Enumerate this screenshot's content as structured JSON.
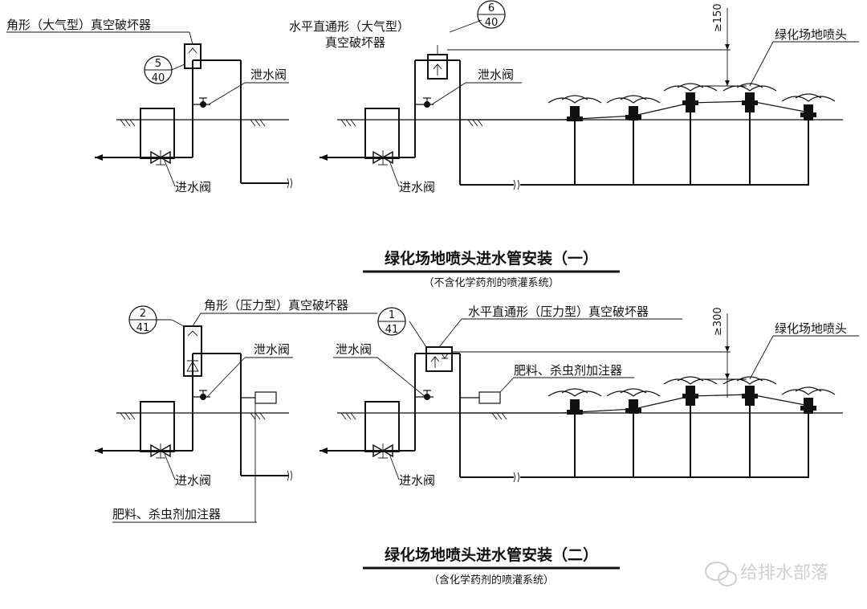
{
  "diagram1": {
    "title": "绿化场地喷头进水管安装（一）",
    "subtitle": "（不含化学药剂的喷灌系统）",
    "angle_breaker_label": "角形（大气型）真空破坏器",
    "angle_breaker_ref": {
      "num": "5",
      "den": "40"
    },
    "horiz_breaker_label_line1": "水平直通形（大气型）",
    "horiz_breaker_label_line2": "真空破坏器",
    "horiz_breaker_ref": {
      "num": "6",
      "den": "40"
    },
    "drain_valve_label_left": "泄水阀",
    "drain_valve_label_right": "泄水阀",
    "inlet_valve_label_left": "进水阀",
    "inlet_valve_label_right": "进水阀",
    "sprinkler_label": "绿化场地喷头",
    "height_dim": "≥150"
  },
  "diagram2": {
    "title": "绿化场地喷头进水管安装（二）",
    "subtitle": "（含化学药剂的喷灌系统）",
    "angle_breaker_label": "角形（压力型）真空破坏器",
    "angle_breaker_ref": {
      "num": "2",
      "den": "41"
    },
    "horiz_breaker_label": "水平直通形（压力型）真空破坏器",
    "horiz_breaker_ref": {
      "num": "1",
      "den": "41"
    },
    "drain_valve_label_left": "泄水阀",
    "drain_valve_label_right": "泄水阀",
    "inlet_valve_label_left": "进水阀",
    "inlet_valve_label_right": "进水阀",
    "injector_label_left": "肥料、杀虫剂加注器",
    "injector_label_right": "肥料、杀虫剂加注器",
    "sprinkler_label": "绿化场地喷头",
    "height_dim": "≥300"
  },
  "watermark": "给排水部落",
  "icons": {
    "watermark_icon": "wechat-icon"
  }
}
